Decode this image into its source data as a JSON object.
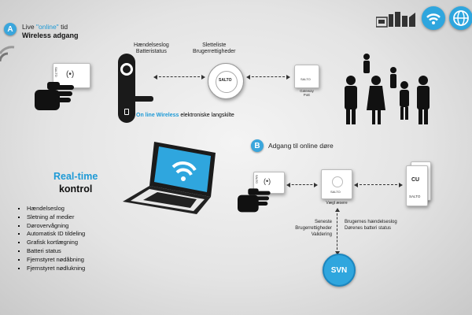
{
  "section_a": {
    "badge": "A",
    "title_prefix": "Live ",
    "title_online": "\"online\"",
    "title_suffix": " tid",
    "subtitle": "Wireless adgang"
  },
  "labels": {
    "top_left_1": "Hændelseslog",
    "top_left_2": "Batteristatus",
    "top_right_1": "Sletteliste",
    "top_right_2": "Brugerrettigheder",
    "gateway_1": "Gateway",
    "gateway_2": "PoE",
    "online_wireless": "On line Wireless",
    "online_rest": " elektroniske langskilte"
  },
  "brand": "SALTO",
  "section_b": {
    "badge": "B",
    "title": "Adgang til online døre"
  },
  "b_labels": {
    "vaeglaesere": "Vægl æsere",
    "left_1": "Seneste",
    "left_2": "Brugerrettigheder",
    "left_3": "Validering",
    "right_1": "Brugernes hændelseslog",
    "right_2": "Dørenes batteri status",
    "cu": "CU",
    "svn": "SVN"
  },
  "realtime": {
    "line1": "Real-time",
    "line2": "kontrol"
  },
  "features": [
    "Hændelseslog",
    "Sletning af medier",
    "Dørovervågning",
    "Automatisk ID tildeling",
    "Grafisk kortlægning",
    "Batteri status",
    "Fjernstyret nødåbning",
    "Fjernstyret nødlukning"
  ],
  "icons": [
    "building-icon",
    "wifi-icon",
    "globe-icon"
  ],
  "colors": {
    "accent": "#1e9ad6",
    "badge": "#3aa6dc",
    "dark": "#111111"
  }
}
